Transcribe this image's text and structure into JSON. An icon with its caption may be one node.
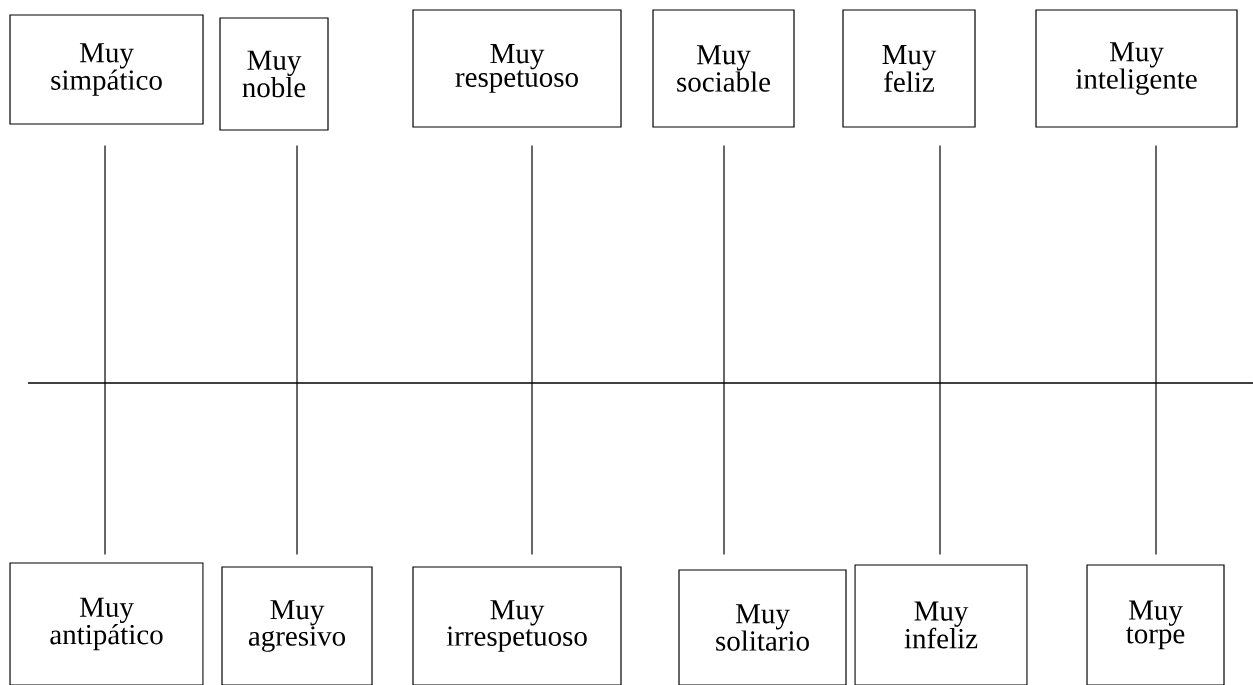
{
  "diagram": {
    "nodes": [
      {
        "text": [
          "Muy simpático"
        ]
      },
      {
        "text": [
          "Muy noble"
        ]
      },
      {
        "text": [
          "Muy respetuoso"
        ]
      },
      {
        "text": [
          "Muy sociable"
        ]
      },
      {
        "text": [
          "Muy feliz"
        ]
      },
      {
        "text": [
          "Muy inteligente"
        ]
      },
      {
        "text": [
          "Muy antipático"
        ]
      },
      {
        "text": [
          "Muy agresivo"
        ]
      },
      {
        "text": [
          "Muy irrespetuoso"
        ]
      },
      {
        "text": [
          "Muy solitario"
        ]
      },
      {
        "text": [
          "Muy infeliz"
        ]
      },
      {
        "text": [
          "Muy torpe"
        ]
      }
    ],
    "edges": [
      {
        "from": 0,
        "to": 6,
        "arrow": "none"
      },
      {
        "from": 1,
        "to": 7,
        "arrow": "none"
      },
      {
        "from": 2,
        "to": 8,
        "arrow": "none"
      },
      {
        "from": 3,
        "to": 9,
        "arrow": "none"
      },
      {
        "from": 4,
        "to": 10,
        "arrow": "none"
      },
      {
        "from": 5,
        "to": 11,
        "arrow": "none"
      }
    ]
  }
}
